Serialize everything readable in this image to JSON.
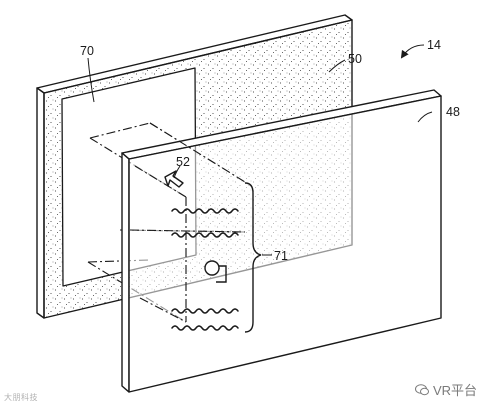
{
  "labels": {
    "device": "14",
    "back_layer": "50",
    "back_window": "70",
    "front_layer": "48",
    "marker": "52",
    "bracket": "71"
  },
  "watermark": {
    "right_text": "VR平台",
    "left_text": "大朋科技",
    "icon": "chat-bubble-icon"
  },
  "colors": {
    "ink": "#1a1a1a",
    "paper": "#ffffff",
    "watermark": "#7a7a7a"
  }
}
